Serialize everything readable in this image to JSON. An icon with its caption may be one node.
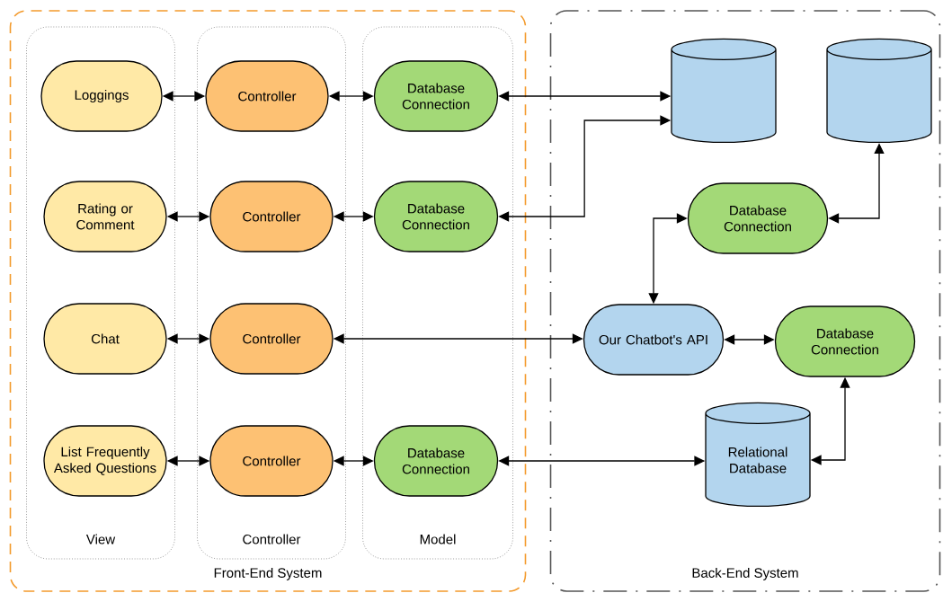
{
  "diagram": {
    "nodes": [
      {
        "text": [
          "Front-End System"
        ]
      },
      {
        "text": [
          "View"
        ],
        "in": 0
      },
      {
        "text": [
          "Controller"
        ],
        "in": 0
      },
      {
        "text": [
          "Model"
        ],
        "in": 0
      },
      {
        "text": [
          "Loggings"
        ],
        "in": 1
      },
      {
        "text": [
          "Rating or Comment"
        ],
        "in": 1
      },
      {
        "text": [
          "Chat"
        ],
        "in": 1
      },
      {
        "text": [
          "List Frequently Asked Questions"
        ],
        "in": 1
      },
      {
        "text": [
          "Controller"
        ],
        "in": 2
      },
      {
        "text": [
          "Controller"
        ],
        "in": 2
      },
      {
        "text": [
          "Controller"
        ],
        "in": 2
      },
      {
        "text": [
          "Controller"
        ],
        "in": 2
      },
      {
        "text": [
          "Database Connection"
        ],
        "in": 3
      },
      {
        "text": [
          "Database Connection"
        ],
        "in": 3
      },
      {
        "text": [
          "Database Connection"
        ],
        "in": 3
      },
      {
        "text": [
          "Back-End System"
        ]
      },
      {
        "text": [],
        "shape": "cylinder",
        "in": 15
      },
      {
        "text": [],
        "shape": "cylinder",
        "in": 15
      },
      {
        "text": [
          "Database Connection"
        ],
        "in": 15
      },
      {
        "text": [
          "Our Chatbot's API"
        ],
        "in": 15
      },
      {
        "text": [
          "Database Connection"
        ],
        "in": 15
      },
      {
        "text": [
          "Relational Database"
        ],
        "in": 15
      }
    ],
    "edges": [
      {
        "from": 4,
        "to": 8,
        "arrow": "both"
      },
      {
        "from": 8,
        "to": 12,
        "arrow": "both"
      },
      {
        "from": 5,
        "to": 9,
        "arrow": "both"
      },
      {
        "from": 9,
        "to": 13,
        "arrow": "both"
      },
      {
        "from": 6,
        "to": 10,
        "arrow": "both"
      },
      {
        "from": 7,
        "to": 11,
        "arrow": "both"
      },
      {
        "from": 11,
        "to": 14,
        "arrow": "both"
      },
      {
        "from": 12,
        "to": 16,
        "arrow": "both"
      },
      {
        "from": 13,
        "to": 16,
        "arrow": "both"
      },
      {
        "from": 10,
        "to": 19,
        "arrow": "both"
      },
      {
        "from": 19,
        "to": 18,
        "arrow": "both"
      },
      {
        "from": 18,
        "to": 17,
        "arrow": "both"
      },
      {
        "from": 19,
        "to": 20,
        "arrow": "both"
      },
      {
        "from": 14,
        "to": 21,
        "arrow": "both"
      },
      {
        "from": 21,
        "to": 20,
        "arrow": "both"
      }
    ]
  }
}
